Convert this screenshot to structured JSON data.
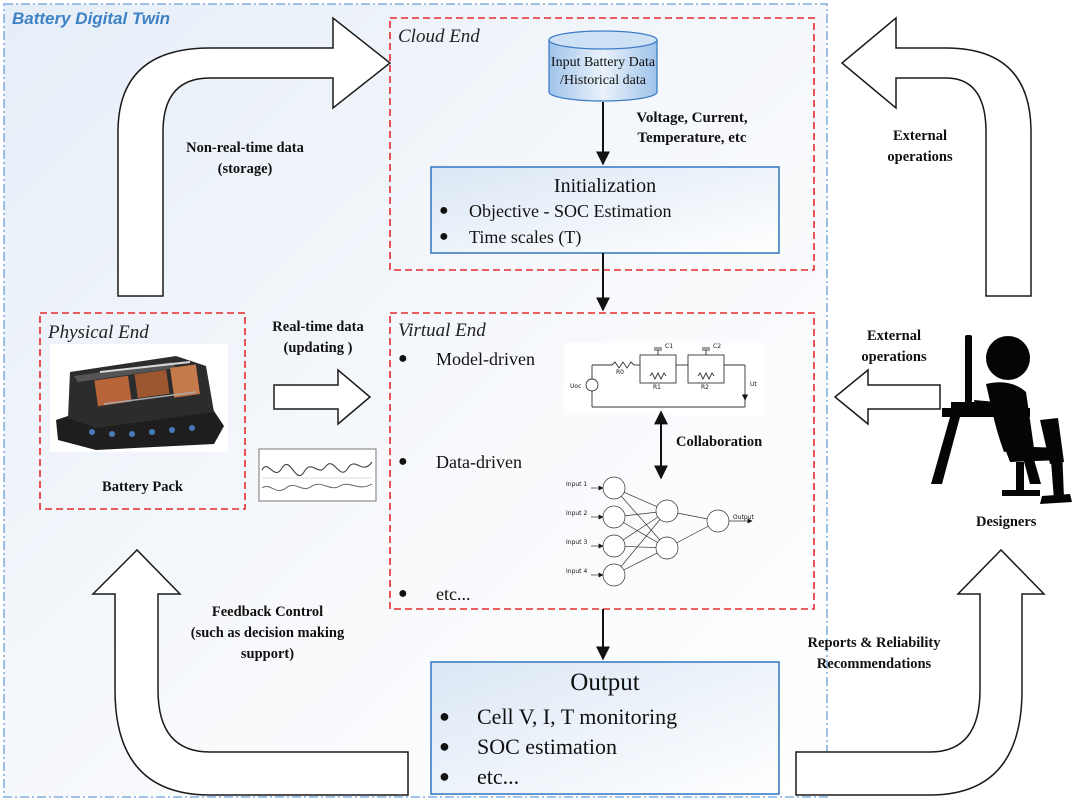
{
  "diagram": {
    "title": "Battery Digital Twin",
    "cloud": {
      "title": "Cloud End",
      "database_label_1": "Input Battery Data",
      "database_label_2": "/Historical data",
      "measurements_line_1": "Voltage, Current,",
      "measurements_line_2": "Temperature, etc",
      "init": {
        "title": "Initialization",
        "items": [
          "Objective - SOC Estimation",
          "Time scales (T)"
        ]
      }
    },
    "physical": {
      "title": "Physical End",
      "battery_label": "Battery Pack"
    },
    "virtual": {
      "title": "Virtual End",
      "items": [
        "Model-driven",
        "Data-driven",
        "etc..."
      ],
      "collaboration": "Collaboration",
      "circuit_labels": {
        "source": "Uoc",
        "r0": "R0",
        "c1": "C1",
        "r1": "R1",
        "c2": "C2",
        "r2": "R2",
        "terminal": "Ut"
      },
      "nn_inputs": [
        "Input 1",
        "Input 2",
        "Input 3",
        "Input 4"
      ],
      "nn_output": "Output"
    },
    "output": {
      "title": "Output",
      "items": [
        "Cell V, I, T monitoring",
        "SOC estimation",
        "etc..."
      ]
    },
    "flows": {
      "non_realtime_1": "Non-real-time data",
      "non_realtime_2": "(storage)",
      "realtime_1": "Real-time data",
      "realtime_2": "(updating )",
      "feedback_1": "Feedback Control",
      "feedback_2": "(such as decision making",
      "feedback_3": "support)",
      "external_top_1": "External",
      "external_top_2": "operations",
      "external_mid_1": "External",
      "external_mid_2": "operations",
      "reports_1": "Reports & Reliability",
      "reports_2": "Recommendations"
    },
    "designers_label": "Designers",
    "icons": [
      "database-icon",
      "battery-pack-image",
      "signal-waveform-icon",
      "equivalent-circuit-diagram",
      "neural-network-diagram",
      "designer-at-computer-icon"
    ]
  }
}
